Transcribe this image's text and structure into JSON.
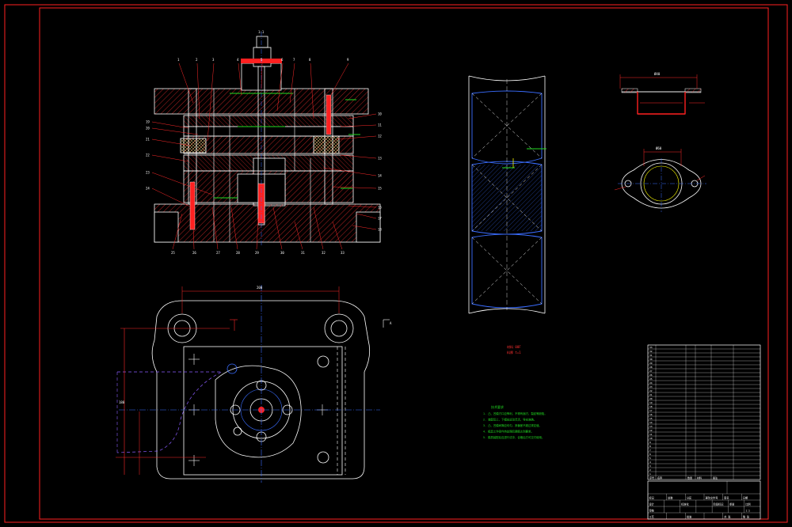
{
  "colors": {
    "background": "#000000",
    "frame": "#ff2020",
    "outline": "#ffffff",
    "hatch": "#ff3030",
    "leader": "#ff2a2a",
    "center": "#3a6dff",
    "green": "#22dd22",
    "magenta": "#ff33ff",
    "yellow": "#f5f500",
    "cyan": "#00e5ff",
    "hidden": "#8a5cff"
  },
  "callouts_top": [
    "1",
    "2",
    "3",
    "4",
    "5",
    "6",
    "7",
    "8",
    "9"
  ],
  "callouts_right": [
    "10",
    "11",
    "12",
    "13",
    "14",
    "15",
    "16",
    "17",
    "18"
  ],
  "callouts_left": [
    "19",
    "20",
    "21",
    "22",
    "23",
    "24"
  ],
  "callouts_bottom": [
    "25",
    "26",
    "27",
    "28",
    "29",
    "30",
    "31",
    "32",
    "33"
  ],
  "labels": {
    "top_center": "1:1",
    "plan_top_dim": "200",
    "plan_left_dim": "180",
    "section_a": "A",
    "part_dim_top": "Ø40",
    "part_dim_flange": "Ø60",
    "strip_note_1": "材料 08F",
    "strip_note_2": "料厚 t=1",
    "tech_title": "技术要求"
  },
  "tech_requirements": [
    "1. 凸、凹模刃口应锋利，不得有崩刃、裂纹等缺陷。",
    "2. 装配后上、下模应运动灵活，导向准确。",
    "3. 凸、凹模间隙应均匀，其偏差不超过规定值。",
    "4. 模具工作零件热处理后硬度达到要求。",
    "5. 模具装配后应进行试冲，合格后方可交付使用。"
  ],
  "bom": [
    {
      "no": "33",
      "name": "",
      "qty": "",
      "mat": "",
      "note": ""
    },
    {
      "no": "32",
      "name": "",
      "qty": "",
      "mat": "",
      "note": ""
    },
    {
      "no": "31",
      "name": "",
      "qty": "",
      "mat": "",
      "note": ""
    },
    {
      "no": "30",
      "name": "",
      "qty": "",
      "mat": "",
      "note": ""
    },
    {
      "no": "29",
      "name": "",
      "qty": "",
      "mat": "",
      "note": ""
    },
    {
      "no": "28",
      "name": "",
      "qty": "",
      "mat": "",
      "note": ""
    },
    {
      "no": "27",
      "name": "",
      "qty": "",
      "mat": "",
      "note": ""
    },
    {
      "no": "26",
      "name": "",
      "qty": "",
      "mat": "",
      "note": ""
    },
    {
      "no": "25",
      "name": "",
      "qty": "",
      "mat": "",
      "note": ""
    },
    {
      "no": "24",
      "name": "",
      "qty": "",
      "mat": "",
      "note": ""
    },
    {
      "no": "23",
      "name": "",
      "qty": "",
      "mat": "",
      "note": ""
    },
    {
      "no": "22",
      "name": "",
      "qty": "",
      "mat": "",
      "note": ""
    },
    {
      "no": "21",
      "name": "",
      "qty": "",
      "mat": "",
      "note": ""
    },
    {
      "no": "20",
      "name": "",
      "qty": "",
      "mat": "",
      "note": ""
    },
    {
      "no": "19",
      "name": "",
      "qty": "",
      "mat": "",
      "note": ""
    },
    {
      "no": "18",
      "name": "",
      "qty": "",
      "mat": "",
      "note": ""
    },
    {
      "no": "17",
      "name": "",
      "qty": "",
      "mat": "",
      "note": ""
    },
    {
      "no": "16",
      "name": "",
      "qty": "",
      "mat": "",
      "note": ""
    },
    {
      "no": "15",
      "name": "",
      "qty": "",
      "mat": "",
      "note": ""
    },
    {
      "no": "14",
      "name": "",
      "qty": "",
      "mat": "",
      "note": ""
    },
    {
      "no": "13",
      "name": "",
      "qty": "",
      "mat": "",
      "note": ""
    },
    {
      "no": "12",
      "name": "",
      "qty": "",
      "mat": "",
      "note": ""
    },
    {
      "no": "11",
      "name": "",
      "qty": "",
      "mat": "",
      "note": ""
    },
    {
      "no": "10",
      "name": "",
      "qty": "",
      "mat": "",
      "note": ""
    },
    {
      "no": "9",
      "name": "",
      "qty": "",
      "mat": "",
      "note": ""
    },
    {
      "no": "8",
      "name": "",
      "qty": "",
      "mat": "",
      "note": ""
    },
    {
      "no": "7",
      "name": "",
      "qty": "",
      "mat": "",
      "note": ""
    },
    {
      "no": "6",
      "name": "",
      "qty": "",
      "mat": "",
      "note": ""
    },
    {
      "no": "5",
      "name": "",
      "qty": "",
      "mat": "",
      "note": ""
    },
    {
      "no": "4",
      "name": "",
      "qty": "",
      "mat": "",
      "note": ""
    },
    {
      "no": "3",
      "name": "",
      "qty": "",
      "mat": "",
      "note": ""
    },
    {
      "no": "2",
      "name": "",
      "qty": "",
      "mat": "",
      "note": ""
    },
    {
      "no": "1",
      "name": "",
      "qty": "",
      "mat": "",
      "note": ""
    }
  ],
  "bom_header": {
    "no": "序号",
    "name": "名称",
    "qty": "数量",
    "mat": "材料",
    "note": "备注"
  },
  "title_block": {
    "row1": [
      "标记",
      "处数",
      "分区",
      "更改文件号",
      "签名",
      "日期"
    ],
    "row2": [
      "设计",
      "",
      "标准化",
      "",
      "阶段标记",
      "重量",
      "比例"
    ],
    "row3": [
      "审核",
      "",
      "",
      "",
      "",
      "",
      "1:1"
    ],
    "row4": [
      "工艺",
      "",
      "批准",
      "",
      "共 张",
      "第 张"
    ]
  }
}
